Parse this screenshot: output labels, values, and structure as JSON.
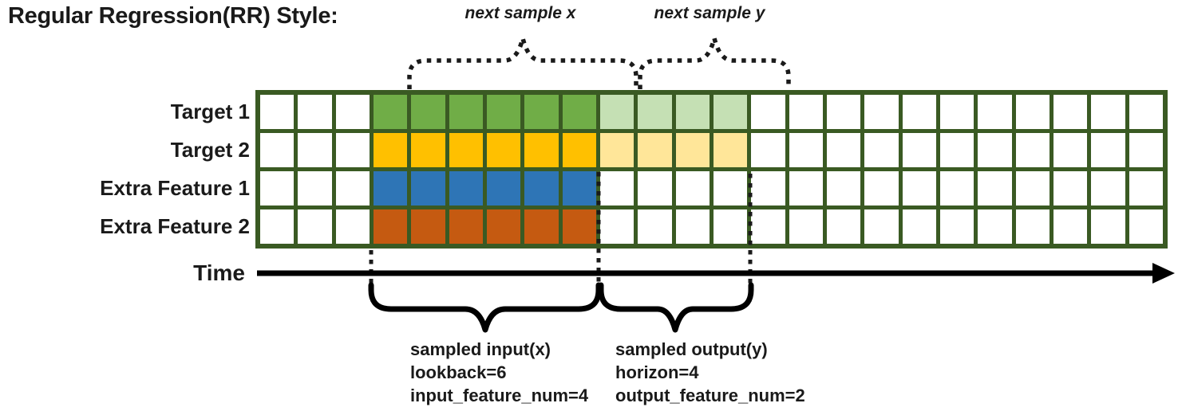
{
  "title": "Regular Regression(RR) Style:",
  "colors": {
    "grid_line": "#3A5A23",
    "target1_input": "#70AD47",
    "target1_output": "#C5E0B4",
    "target2_input": "#FFC000",
    "target2_output": "#FFE699",
    "extra1_input": "#2E75B6",
    "extra2_input": "#C55A11",
    "ink": "#1a1a1a"
  },
  "grid": {
    "columns": 24,
    "input_start_col": 3,
    "input_end_col": 8,
    "output_start_col": 9,
    "output_end_col": 12,
    "rows": [
      {
        "label": "Target 1",
        "input_color": "#70AD47",
        "output_color": "#C5E0B4"
      },
      {
        "label": "Target 2",
        "input_color": "#FFC000",
        "output_color": "#FFE699"
      },
      {
        "label": "Extra Feature 1",
        "input_color": "#2E75B6",
        "output_color": null
      },
      {
        "label": "Extra Feature 2",
        "input_color": "#C55A11",
        "output_color": null
      }
    ]
  },
  "annotations": {
    "next_sample_x": "next sample x",
    "next_sample_y": "next sample y",
    "time_label": "Time",
    "input_block": {
      "lines": [
        "sampled input(x)",
        "lookback=6",
        "input_feature_num=4"
      ]
    },
    "output_block": {
      "lines": [
        "sampled output(y)",
        "horizon=4",
        "output_feature_num=2"
      ]
    }
  }
}
